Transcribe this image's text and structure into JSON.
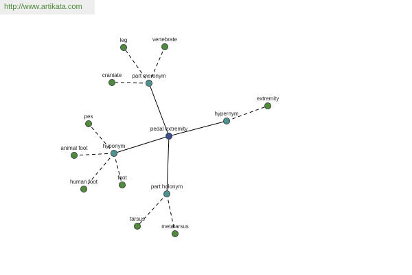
{
  "banner": {
    "url_text": "http://www.artikata.com"
  },
  "colors": {
    "root": "#3b4f8c",
    "relation": "#4e9290",
    "leaf": "#4f8a3f",
    "node_stroke": "#333333",
    "edge": "#000000",
    "banner_text": "#4f8b3a",
    "banner_bg": "#eeeeee"
  },
  "graph": {
    "nodes": [
      {
        "id": "root",
        "label": "pedal extremity",
        "kind": "root"
      },
      {
        "id": "part-meronym",
        "label": "part meronym",
        "kind": "relation"
      },
      {
        "id": "hypernym",
        "label": "hypernym",
        "kind": "relation"
      },
      {
        "id": "hyponym",
        "label": "hyponym",
        "kind": "relation"
      },
      {
        "id": "part-holonym",
        "label": "part holonym",
        "kind": "relation"
      },
      {
        "id": "leg",
        "label": "leg",
        "kind": "leaf"
      },
      {
        "id": "vertebrate",
        "label": "vertebrate",
        "kind": "leaf"
      },
      {
        "id": "craniate",
        "label": "craniate",
        "kind": "leaf"
      },
      {
        "id": "extremity",
        "label": "extremity",
        "kind": "leaf"
      },
      {
        "id": "pes",
        "label": "pes",
        "kind": "leaf"
      },
      {
        "id": "animal-foot",
        "label": "animal foot",
        "kind": "leaf"
      },
      {
        "id": "human-foot",
        "label": "human foot",
        "kind": "leaf"
      },
      {
        "id": "foot",
        "label": "foot",
        "kind": "leaf"
      },
      {
        "id": "tarsus",
        "label": "tarsus",
        "kind": "leaf"
      },
      {
        "id": "metatarsus",
        "label": "metatarsus",
        "kind": "leaf"
      }
    ],
    "edges": [
      {
        "from": "root",
        "to": "part-meronym",
        "style": "solid"
      },
      {
        "from": "root",
        "to": "hypernym",
        "style": "solid"
      },
      {
        "from": "root",
        "to": "hyponym",
        "style": "solid"
      },
      {
        "from": "root",
        "to": "part-holonym",
        "style": "solid"
      },
      {
        "from": "part-meronym",
        "to": "leg",
        "style": "dashed"
      },
      {
        "from": "part-meronym",
        "to": "vertebrate",
        "style": "dashed"
      },
      {
        "from": "part-meronym",
        "to": "craniate",
        "style": "dashed"
      },
      {
        "from": "hypernym",
        "to": "extremity",
        "style": "dashed"
      },
      {
        "from": "hyponym",
        "to": "pes",
        "style": "dashed"
      },
      {
        "from": "hyponym",
        "to": "animal-foot",
        "style": "dashed"
      },
      {
        "from": "hyponym",
        "to": "human-foot",
        "style": "dashed"
      },
      {
        "from": "hyponym",
        "to": "foot",
        "style": "dashed"
      },
      {
        "from": "part-holonym",
        "to": "tarsus",
        "style": "dashed"
      },
      {
        "from": "part-holonym",
        "to": "metatarsus",
        "style": "dashed"
      }
    ]
  }
}
